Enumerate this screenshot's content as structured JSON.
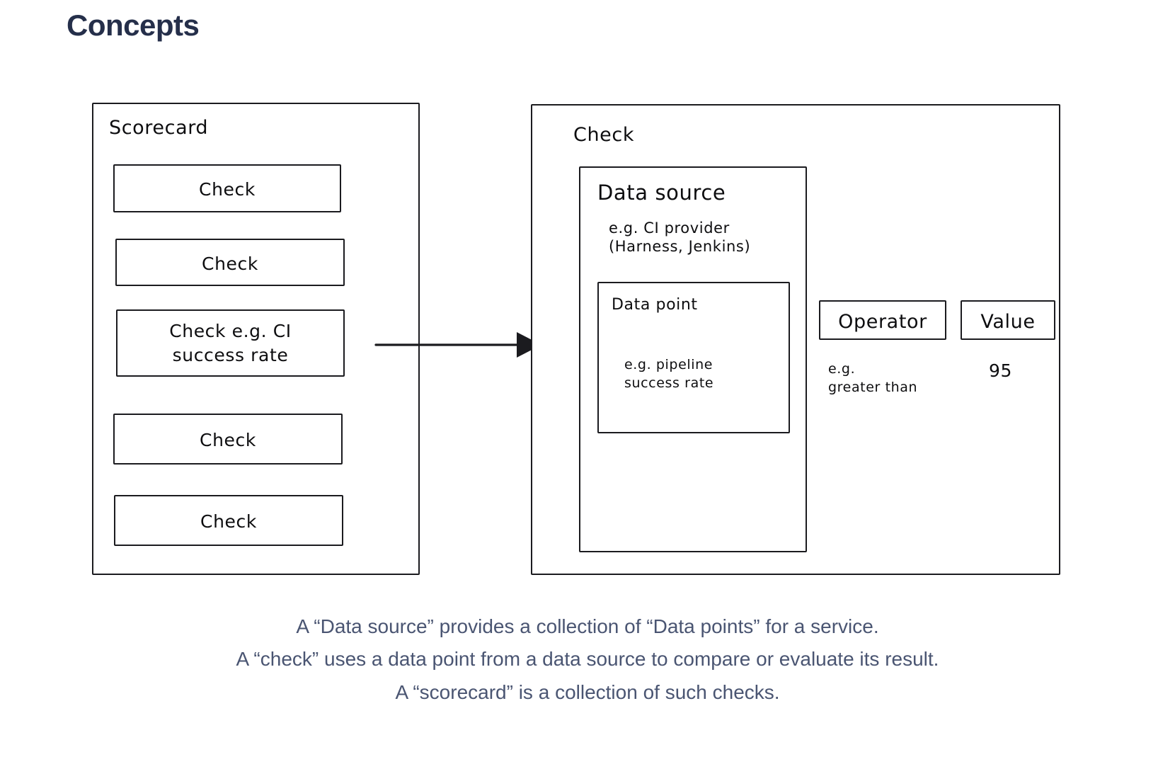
{
  "page": {
    "title": "Concepts",
    "title_color": "#252f4a",
    "background": "#ffffff",
    "stroke_color": "#1b1b1f",
    "caption_color": "#4a5572"
  },
  "scorecard": {
    "label": "Scorecard",
    "checks": [
      {
        "label": "Check"
      },
      {
        "label": "Check"
      },
      {
        "label_line1": "Check e.g. CI",
        "label_line2": "success rate"
      },
      {
        "label": "Check"
      },
      {
        "label": "Check"
      }
    ]
  },
  "arrow": {
    "name": "arrow-scorecard-to-check"
  },
  "check_detail": {
    "label": "Check",
    "data_source": {
      "label": "Data source",
      "example_line1": "e.g. CI provider",
      "example_line2": "(Harness, Jenkins)",
      "data_point": {
        "label": "Data point",
        "example_line1": "e.g. pipeline",
        "example_line2": "success rate"
      }
    },
    "operator": {
      "label": "Operator",
      "example_line1": "e.g.",
      "example_line2": "greater than"
    },
    "value": {
      "label": "Value",
      "example": "95"
    }
  },
  "caption": {
    "line1": "A “Data source” provides a collection of “Data points” for a service.",
    "line2": "A “check” uses a data point from a data source to compare or evaluate its result.",
    "line3": "A “scorecard” is a collection of such checks."
  }
}
